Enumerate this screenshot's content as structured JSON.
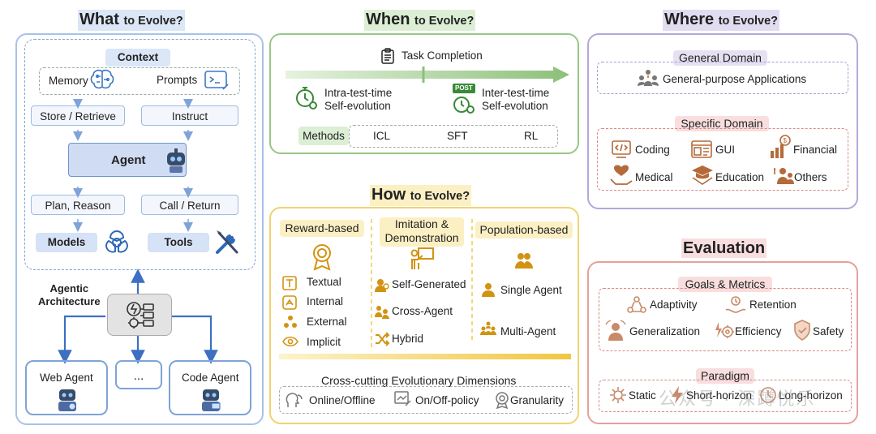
{
  "what": {
    "title_main": "What",
    "title_sub": "to Evolve?",
    "context": "Context",
    "memory": "Memory",
    "prompts": "Prompts",
    "store_retrieve": "Store / Retrieve",
    "instruct": "Instruct",
    "agent": "Agent",
    "plan_reason": "Plan, Reason",
    "call_return": "Call / Return",
    "models": "Models",
    "tools": "Tools",
    "agentic_architecture": "Agentic\nArchitecture",
    "web_agent": "Web Agent",
    "ellipsis": "...",
    "code_agent": "Code Agent"
  },
  "when": {
    "title_main": "When",
    "title_sub": "to Evolve?",
    "task_completion": "Task Completion",
    "intra": "Intra-test-time\nSelf-evolution",
    "inter": "Inter-test-time\nSelf-evolution",
    "post_badge": "POST",
    "methods": "Methods",
    "m1": "ICL",
    "m2": "SFT",
    "m3": "RL"
  },
  "how": {
    "title_main": "How",
    "title_sub": "to Evolve?",
    "col1_title": "Reward-based",
    "col1_items": [
      "Textual",
      "Internal",
      "External",
      "Implicit"
    ],
    "col2_title": "Imitation &\nDemonstration",
    "col2_items": [
      "Self-Generated",
      "Cross-Agent",
      "Hybrid"
    ],
    "col3_title": "Population-based",
    "col3_items": [
      "Single Agent",
      "Multi-Agent"
    ],
    "cross_title": "Cross-cutting Evolutionary Dimensions",
    "cross_items": [
      "Online/Offline",
      "On/Off-policy",
      "Granularity"
    ]
  },
  "where": {
    "title_main": "Where",
    "title_sub": "to Evolve?",
    "general_domain": "General Domain",
    "general_app": "General-purpose Applications",
    "specific_domain": "Specific Domain",
    "items": [
      "Coding",
      "GUI",
      "Financial",
      "Medical",
      "Education",
      "Others"
    ]
  },
  "evaluation": {
    "title": "Evaluation",
    "goals": "Goals & Metrics",
    "metrics": [
      "Adaptivity",
      "Retention",
      "Generalization",
      "Efficiency",
      "Safety"
    ],
    "paradigm": "Paradigm",
    "paradigm_items": [
      "Static",
      "Short-horizon",
      "Long-horizon"
    ]
  },
  "watermark": "公众号 · 深蹲悦乐",
  "colors": {
    "what": "#7fa3d8",
    "when": "#8cc07a",
    "how": "#f0cf5c",
    "where": "#a99bd0",
    "evaluation": "#e39a96"
  }
}
